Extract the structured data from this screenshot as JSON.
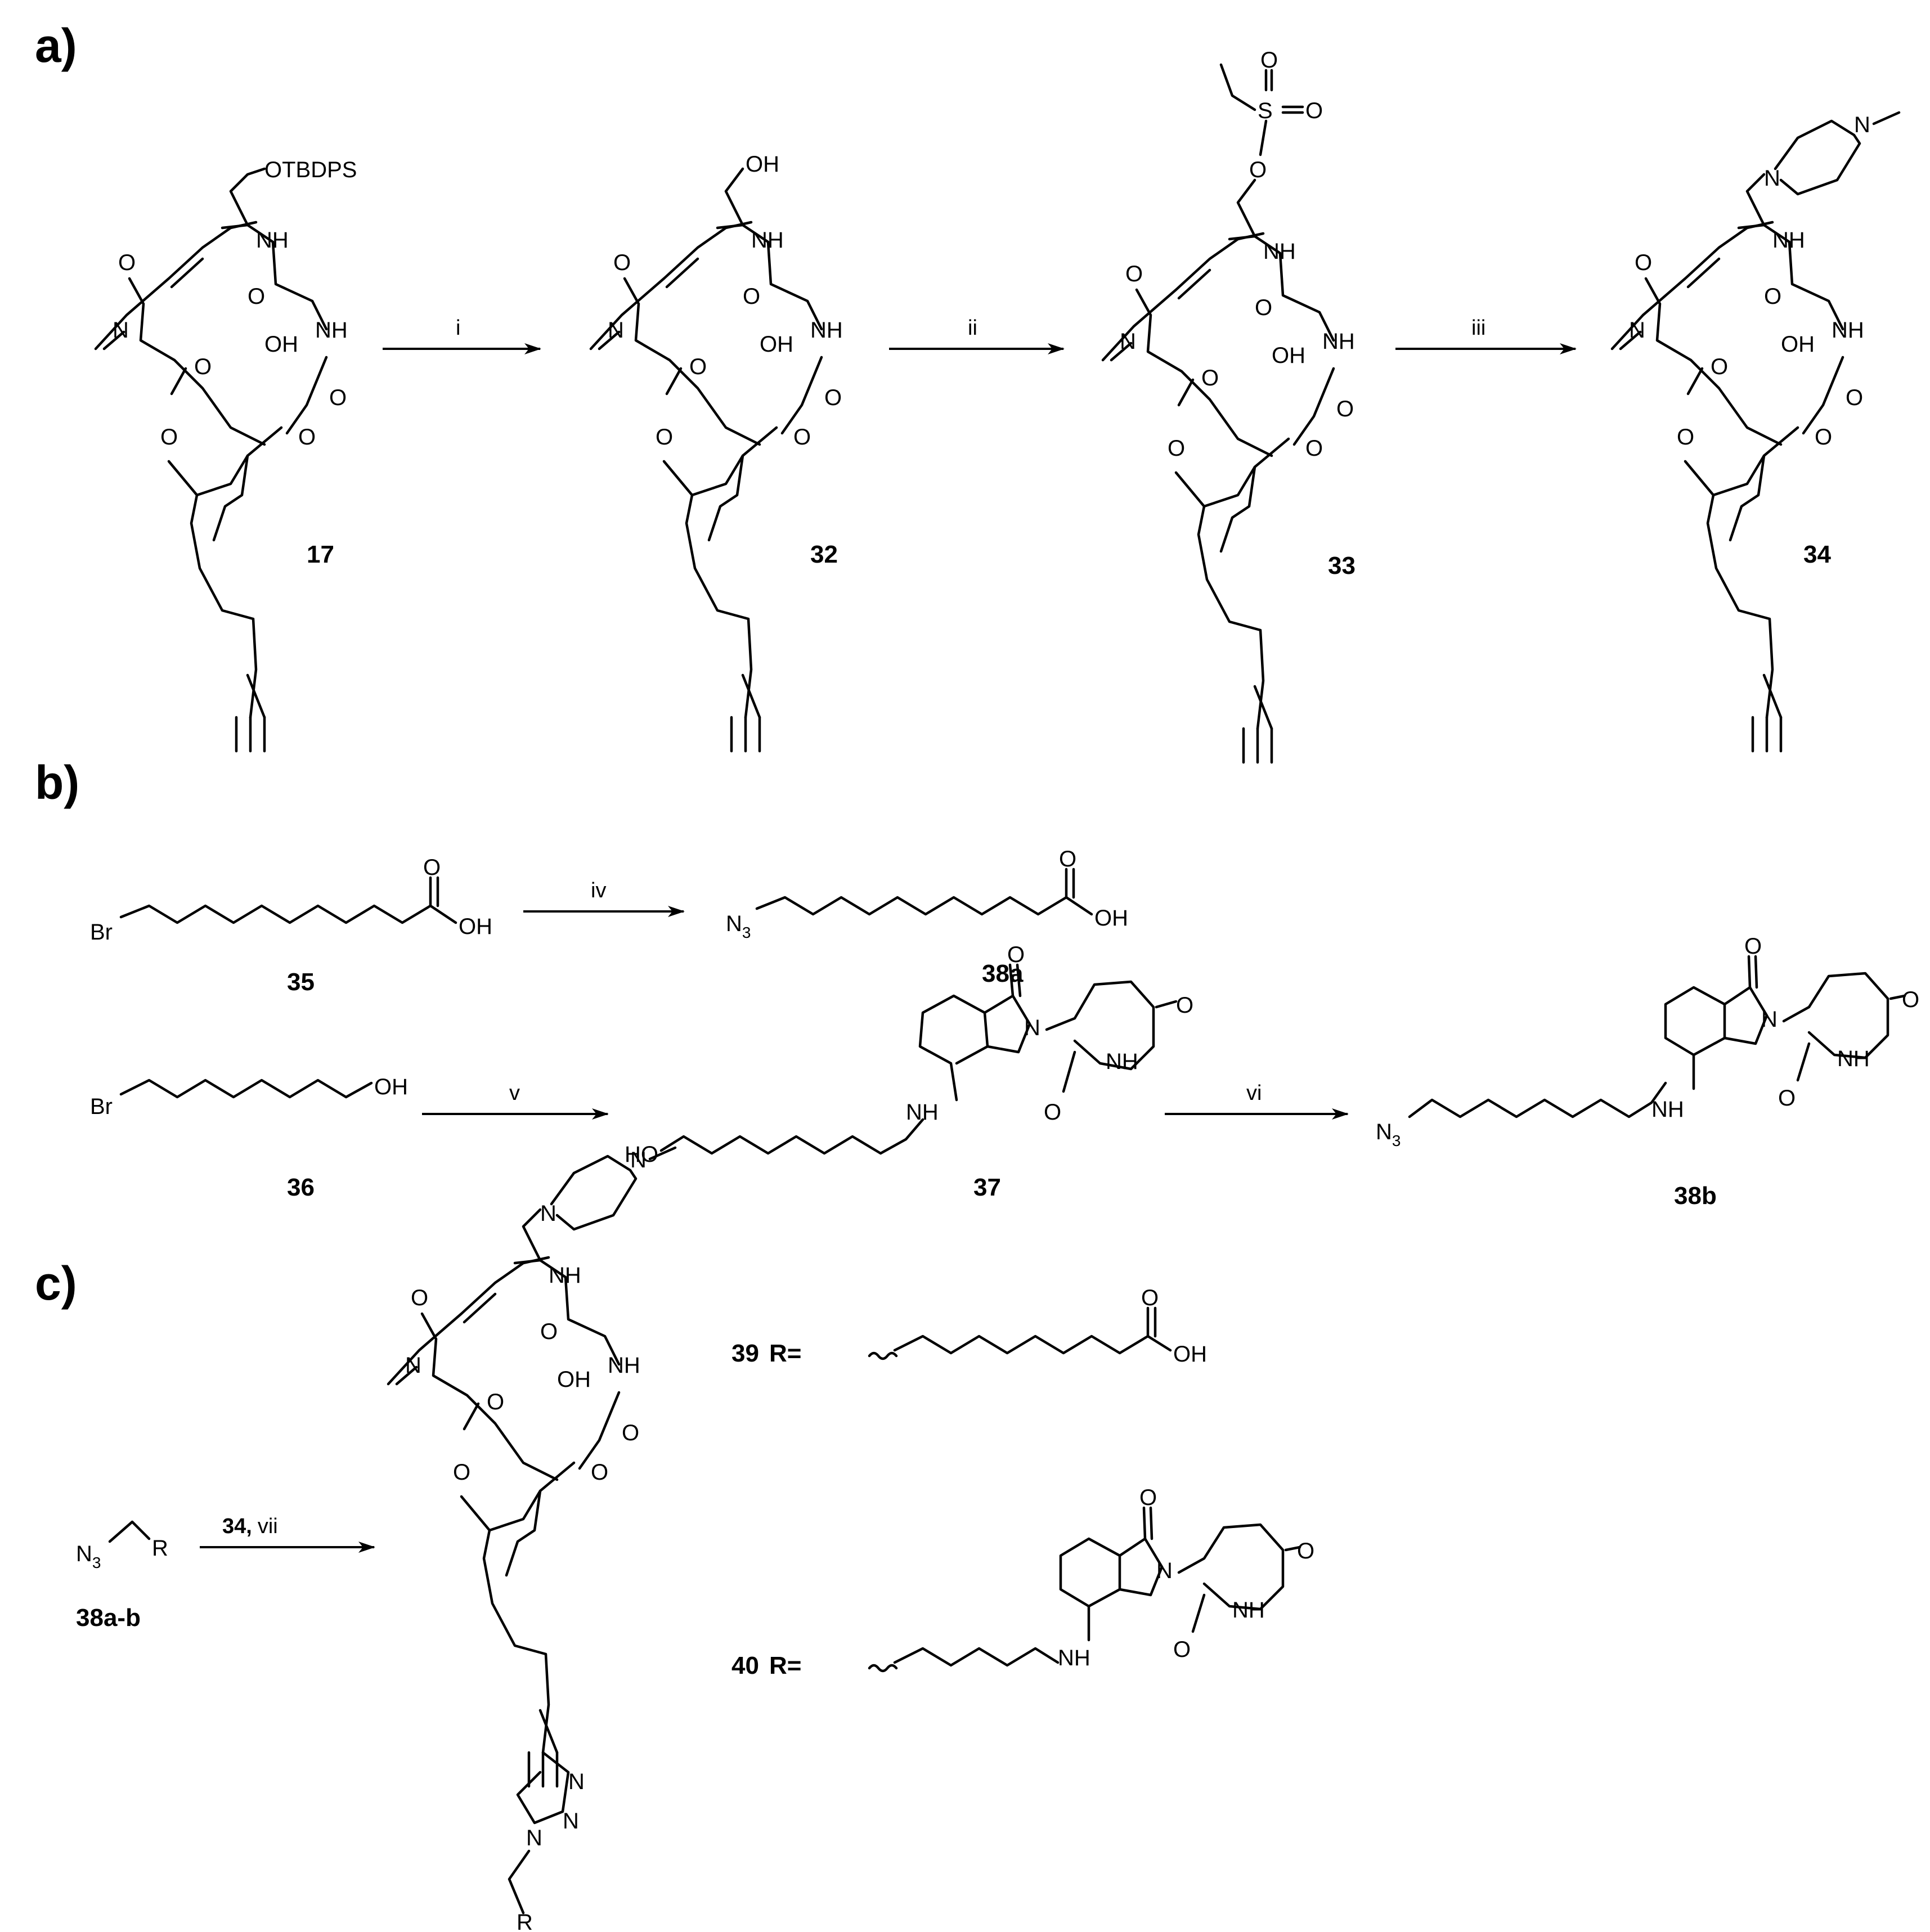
{
  "panels": {
    "a": "a)",
    "b": "b)",
    "c": "c)"
  },
  "compounds": {
    "c17": "17",
    "c32": "32",
    "c33": "33",
    "c34": "34",
    "c35": "35",
    "c36": "36",
    "c37": "37",
    "c38a": "38a",
    "c38b": "38b",
    "c38ab": "38a-b",
    "c39": "39",
    "c40": "40"
  },
  "steps": {
    "i": "i",
    "ii": "ii",
    "iii": "iii",
    "iv": "iv",
    "v": "v",
    "vi": "vi",
    "vii_cmpd": "34,",
    "vii": "vii"
  },
  "atoms": {
    "O": "O",
    "OH": "OH",
    "HO": "HO",
    "NH": "NH",
    "N": "N",
    "S": "S",
    "R": "R",
    "Br": "Br",
    "N3": "N",
    "sub3": "3",
    "OTBDPS": "OTBDPS"
  },
  "r_groups": {
    "r39": "R=",
    "r40": "R="
  }
}
